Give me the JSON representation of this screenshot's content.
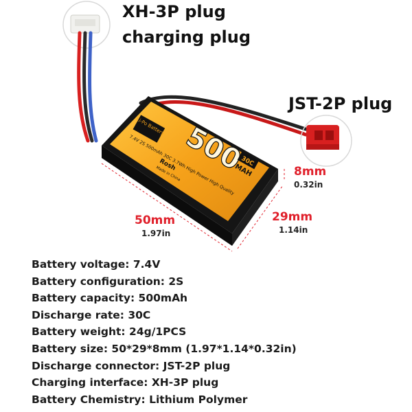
{
  "callouts": {
    "xh_line1": "XH-3P plug",
    "xh_line2": "charging plug",
    "jst": "JST-2P plug"
  },
  "dimensions": {
    "length": {
      "mm": "50mm",
      "in": "1.97in"
    },
    "width": {
      "mm": "29mm",
      "in": "1.14in"
    },
    "thickness": {
      "mm": "8mm",
      "in": "0.32in"
    }
  },
  "label": {
    "type": "Li-Po Battery",
    "capacity_big": "500",
    "c_rating": "30C",
    "unit": "MAH",
    "spec_line": "7.4V 2S 500mAh 30C 3.7Wh High Power High Quality",
    "brand": "Rosh",
    "made": "Made in China"
  },
  "colors": {
    "label_orange": "#f6a21a",
    "dim_red": "#e0202b",
    "plug_red": "#d82020",
    "wrap_black": "#151515"
  },
  "specs": [
    "Battery voltage: 7.4V",
    "Battery configuration: 2S",
    "Battery capacity: 500mAh",
    "Discharge rate: 30C",
    "Battery weight: 24g/1PCS",
    "Battery size: 50*29*8mm (1.97*1.14*0.32in)",
    "Discharge connector: JST-2P plug",
    "Charging interface: XH-3P plug",
    "Battery Chemistry: Lithium Polymer"
  ]
}
